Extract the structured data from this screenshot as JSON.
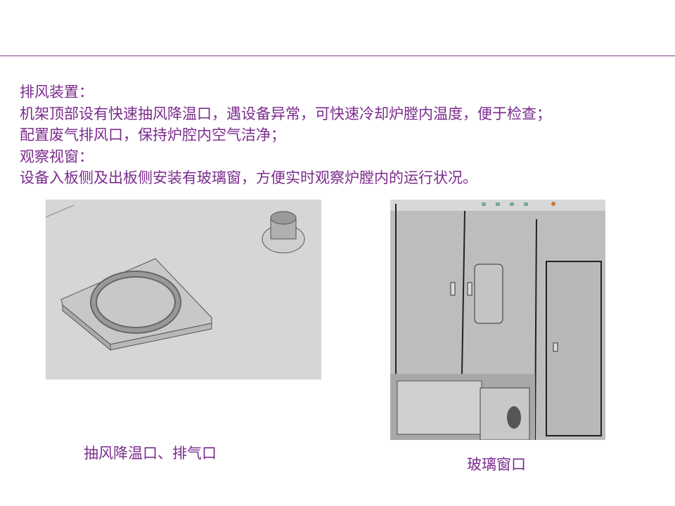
{
  "body_lines": [
    "排风装置：",
    "机架顶部设有快速抽风降温口，遇设备异常，可快速冷却炉膛内温度，便于检查；",
    "配置废气排风口，保持炉腔内空气洁净；",
    "观察视窗：",
    "设备入板侧及出板侧安装有玻璃窗，方便实时观察炉膛内的运行状况。"
  ],
  "captions": {
    "left": "抽风降温口、排气口",
    "right": "玻璃窗口"
  },
  "colors": {
    "text": "#7b2b8c",
    "rule": "#8a3a90"
  }
}
